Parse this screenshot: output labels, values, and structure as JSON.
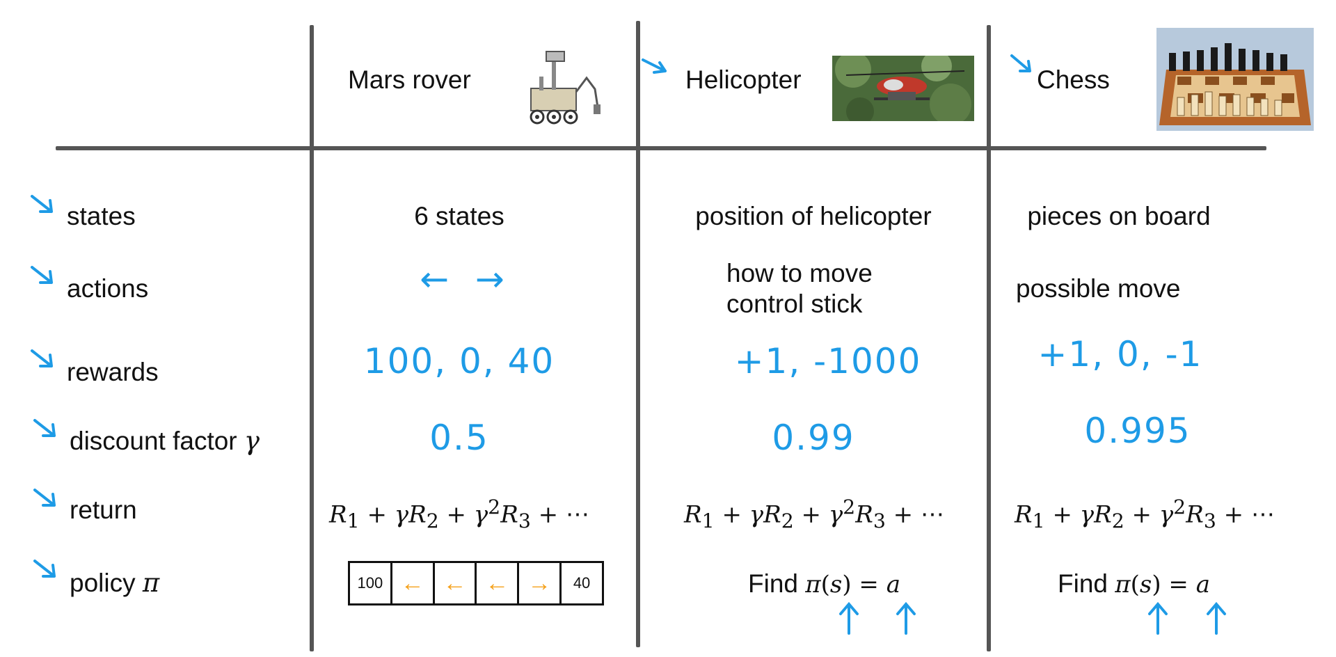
{
  "columns": {
    "mars": {
      "title": "Mars rover",
      "image": "mars-rover-drawing"
    },
    "heli": {
      "title": "Helicopter",
      "image": "helicopter-photo"
    },
    "chess": {
      "title": "Chess",
      "image": "chess-board-photo"
    }
  },
  "rows": {
    "states": "states",
    "actions": "actions",
    "rewards": "rewards",
    "discount": "discount factor",
    "discount_symbol": "γ",
    "return": "return",
    "policy": "policy",
    "policy_symbol": "π"
  },
  "mars": {
    "states": "6 states",
    "actions": [
      "←",
      "→"
    ],
    "rewards": "100, 0, 40",
    "discount": "0.5",
    "grid": [
      "100",
      "←",
      "←",
      "←",
      "→",
      "40"
    ]
  },
  "heli": {
    "states": "position of helicopter",
    "actions_line1": "how to move",
    "actions_line2": "control stick",
    "rewards": "+1, -1000",
    "discount": "0.99",
    "policy_prefix": "Find"
  },
  "chess": {
    "states": "pieces on board",
    "actions": "possible move",
    "rewards": "+1, 0, -1",
    "discount": "0.995",
    "policy_prefix": "Find"
  },
  "colors": {
    "accent": "#1e9be6",
    "line": "#555555",
    "arrow_orange": "#f5a11b"
  }
}
